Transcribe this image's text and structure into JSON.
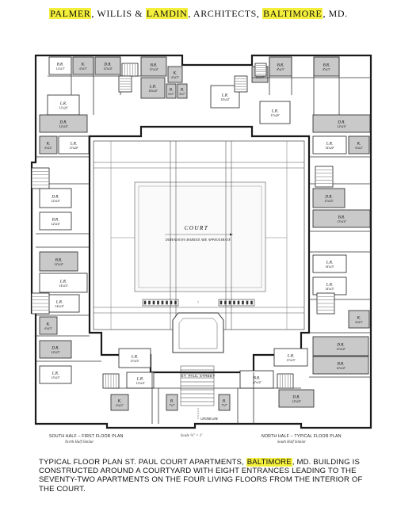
{
  "header": {
    "parts": [
      {
        "text": "PALMER",
        "hl": true
      },
      {
        "text": ", WILLIS & ",
        "hl": false
      },
      {
        "text": "LAMDIN",
        "hl": true
      },
      {
        "text": ", ARCHITECTS, ",
        "hl": false
      },
      {
        "text": "BALTIMORE",
        "hl": true
      },
      {
        "text": ", MD.",
        "hl": false
      }
    ]
  },
  "plan": {
    "court_label": "COURT",
    "court_note": "DIMENSIONS MARKED ARE APPROXIMATE",
    "street_label": "ST. PAUL STREET",
    "center_line_label": "CENTER LINE",
    "rooms": [
      {
        "label": "B.R.",
        "dim": "12'x13'"
      },
      {
        "label": "K.",
        "dim": "6'x13'"
      },
      {
        "label": "D.R.",
        "dim": "12'x14'"
      },
      {
        "label": "B.R.",
        "dim": "13'x14'"
      },
      {
        "label": "K.",
        "dim": "6'x13'"
      },
      {
        "label": "B.R.",
        "dim": "12'x14'"
      },
      {
        "label": "B.R.",
        "dim": "8'x13'"
      },
      {
        "label": "L.R.",
        "dim": "13'x20'"
      },
      {
        "label": "L.R.",
        "dim": "14'x14'"
      },
      {
        "label": "B.",
        "dim": "6'x7'"
      },
      {
        "label": "B.",
        "dim": "6'x7'"
      },
      {
        "label": "L.R.",
        "dim": "14'x14'"
      },
      {
        "label": "B.R.",
        "dim": "8'x13'"
      },
      {
        "label": "L.R.",
        "dim": "13'x20'"
      },
      {
        "label": "D.R.",
        "dim": "12'x14'"
      },
      {
        "label": "D.R.",
        "dim": "12'x14'"
      },
      {
        "label": "K.",
        "dim": "6'x12'"
      },
      {
        "label": "L.R.",
        "dim": "13'x20'"
      },
      {
        "label": "L.R.",
        "dim": "14'x20'"
      },
      {
        "label": "K.",
        "dim": "6'x12'"
      },
      {
        "label": "D.R.",
        "dim": "12'x14'"
      },
      {
        "label": "D.R.",
        "dim": "13'x15'"
      },
      {
        "label": "B.R.",
        "dim": "12'x14'"
      },
      {
        "label": "B.R.",
        "dim": "13'x14'"
      },
      {
        "label": "B.R.",
        "dim": "12'x14'"
      },
      {
        "label": "L.R.",
        "dim": "14'x14'"
      },
      {
        "label": "L.R.",
        "dim": "14'x15'"
      },
      {
        "label": "L.R.",
        "dim": "14'x14'"
      },
      {
        "label": "L.R.",
        "dim": "14'x15'"
      },
      {
        "label": "K.",
        "dim": "6'x13'"
      },
      {
        "label": "K.",
        "dim": "6'x13'"
      },
      {
        "label": "D.R.",
        "dim": "13'x14'"
      },
      {
        "label": "D.R.",
        "dim": "12'x15'"
      },
      {
        "label": "L.R.",
        "dim": "13'x15'"
      },
      {
        "label": "B.R.",
        "dim": "12'x14'"
      },
      {
        "label": "L.R.",
        "dim": "13'x15'"
      },
      {
        "label": "L.R.",
        "dim": "13'x14'"
      },
      {
        "label": "B.R.",
        "dim": "12'x14'"
      },
      {
        "label": "L.R.",
        "dim": "13'x15'"
      },
      {
        "label": "B.",
        "dim": "7'x7'"
      },
      {
        "label": "B.",
        "dim": "7'x7'"
      },
      {
        "label": "D.R.",
        "dim": "12'x14'"
      },
      {
        "label": "K.",
        "dim": "6'x12'"
      }
    ]
  },
  "footer": {
    "left_title": "SOUTH HALF – FIRST FLOOR PLAN",
    "left_sub": "North Half Similar",
    "scale": "Scale ¼\" = 1'",
    "right_title": "NORTH HALF – TYPICAL FLOOR PLAN",
    "right_sub": "South Half Similar"
  },
  "caption": {
    "parts": [
      {
        "text": "TYPICAL FLOOR PLAN ST. PAUL COURT APARTMENTS, ",
        "hl": false
      },
      {
        "text": "BALTIMORE",
        "hl": true
      },
      {
        "text": ", MD.  BUILDING IS CONSTRUCTED AROUND A COURTYARD WITH EIGHT ENTRANCES LEADING TO THE SEVENTY-TWO APARTMENTS ON THE FOUR LIVING FLOORS FROM THE INTERIOR OF THE COURT.",
        "hl": false
      }
    ]
  }
}
